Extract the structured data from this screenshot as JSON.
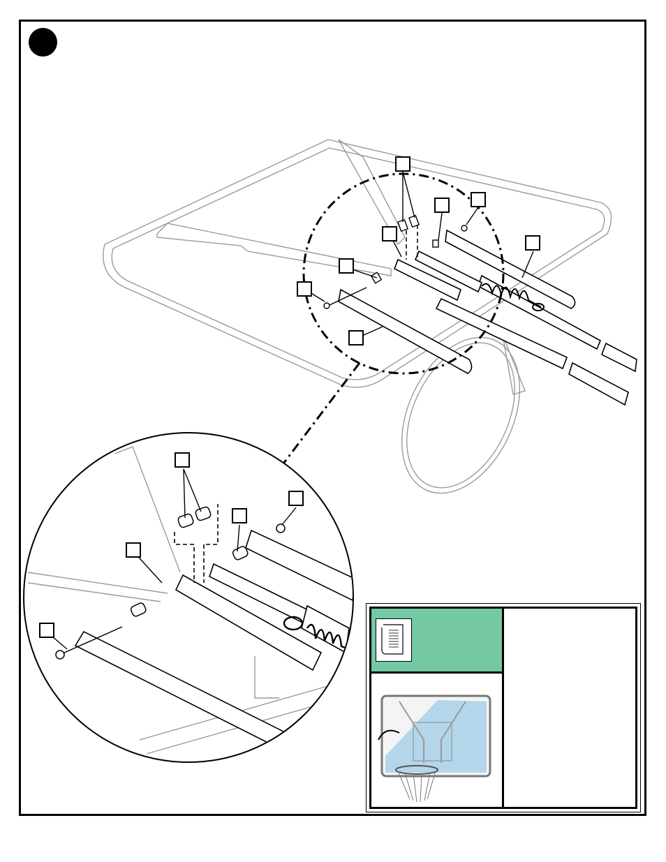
{
  "step": {
    "number": ""
  },
  "callouts": [
    {
      "id": "c1",
      "label": ""
    },
    {
      "id": "c2",
      "label": ""
    },
    {
      "id": "c3",
      "label": ""
    },
    {
      "id": "c4",
      "label": ""
    },
    {
      "id": "c5",
      "label": ""
    },
    {
      "id": "c6",
      "label": ""
    },
    {
      "id": "c7",
      "label": ""
    },
    {
      "id": "c8",
      "label": ""
    },
    {
      "id": "c9",
      "label": ""
    },
    {
      "id": "c10",
      "label": ""
    },
    {
      "id": "c11",
      "label": ""
    },
    {
      "id": "c12",
      "label": ""
    },
    {
      "id": "c13",
      "label": ""
    }
  ],
  "info_panel": {
    "tool_label": "",
    "notes": ""
  },
  "colors": {
    "tool_cell": "#74c9a4",
    "backboard_glass": "#a9cfe9",
    "outline": "#000000",
    "faint_line": "#9a9a9a"
  },
  "icons": {
    "tool": "wrench-sheet-icon",
    "preview": "basketball-backboard-icon"
  }
}
